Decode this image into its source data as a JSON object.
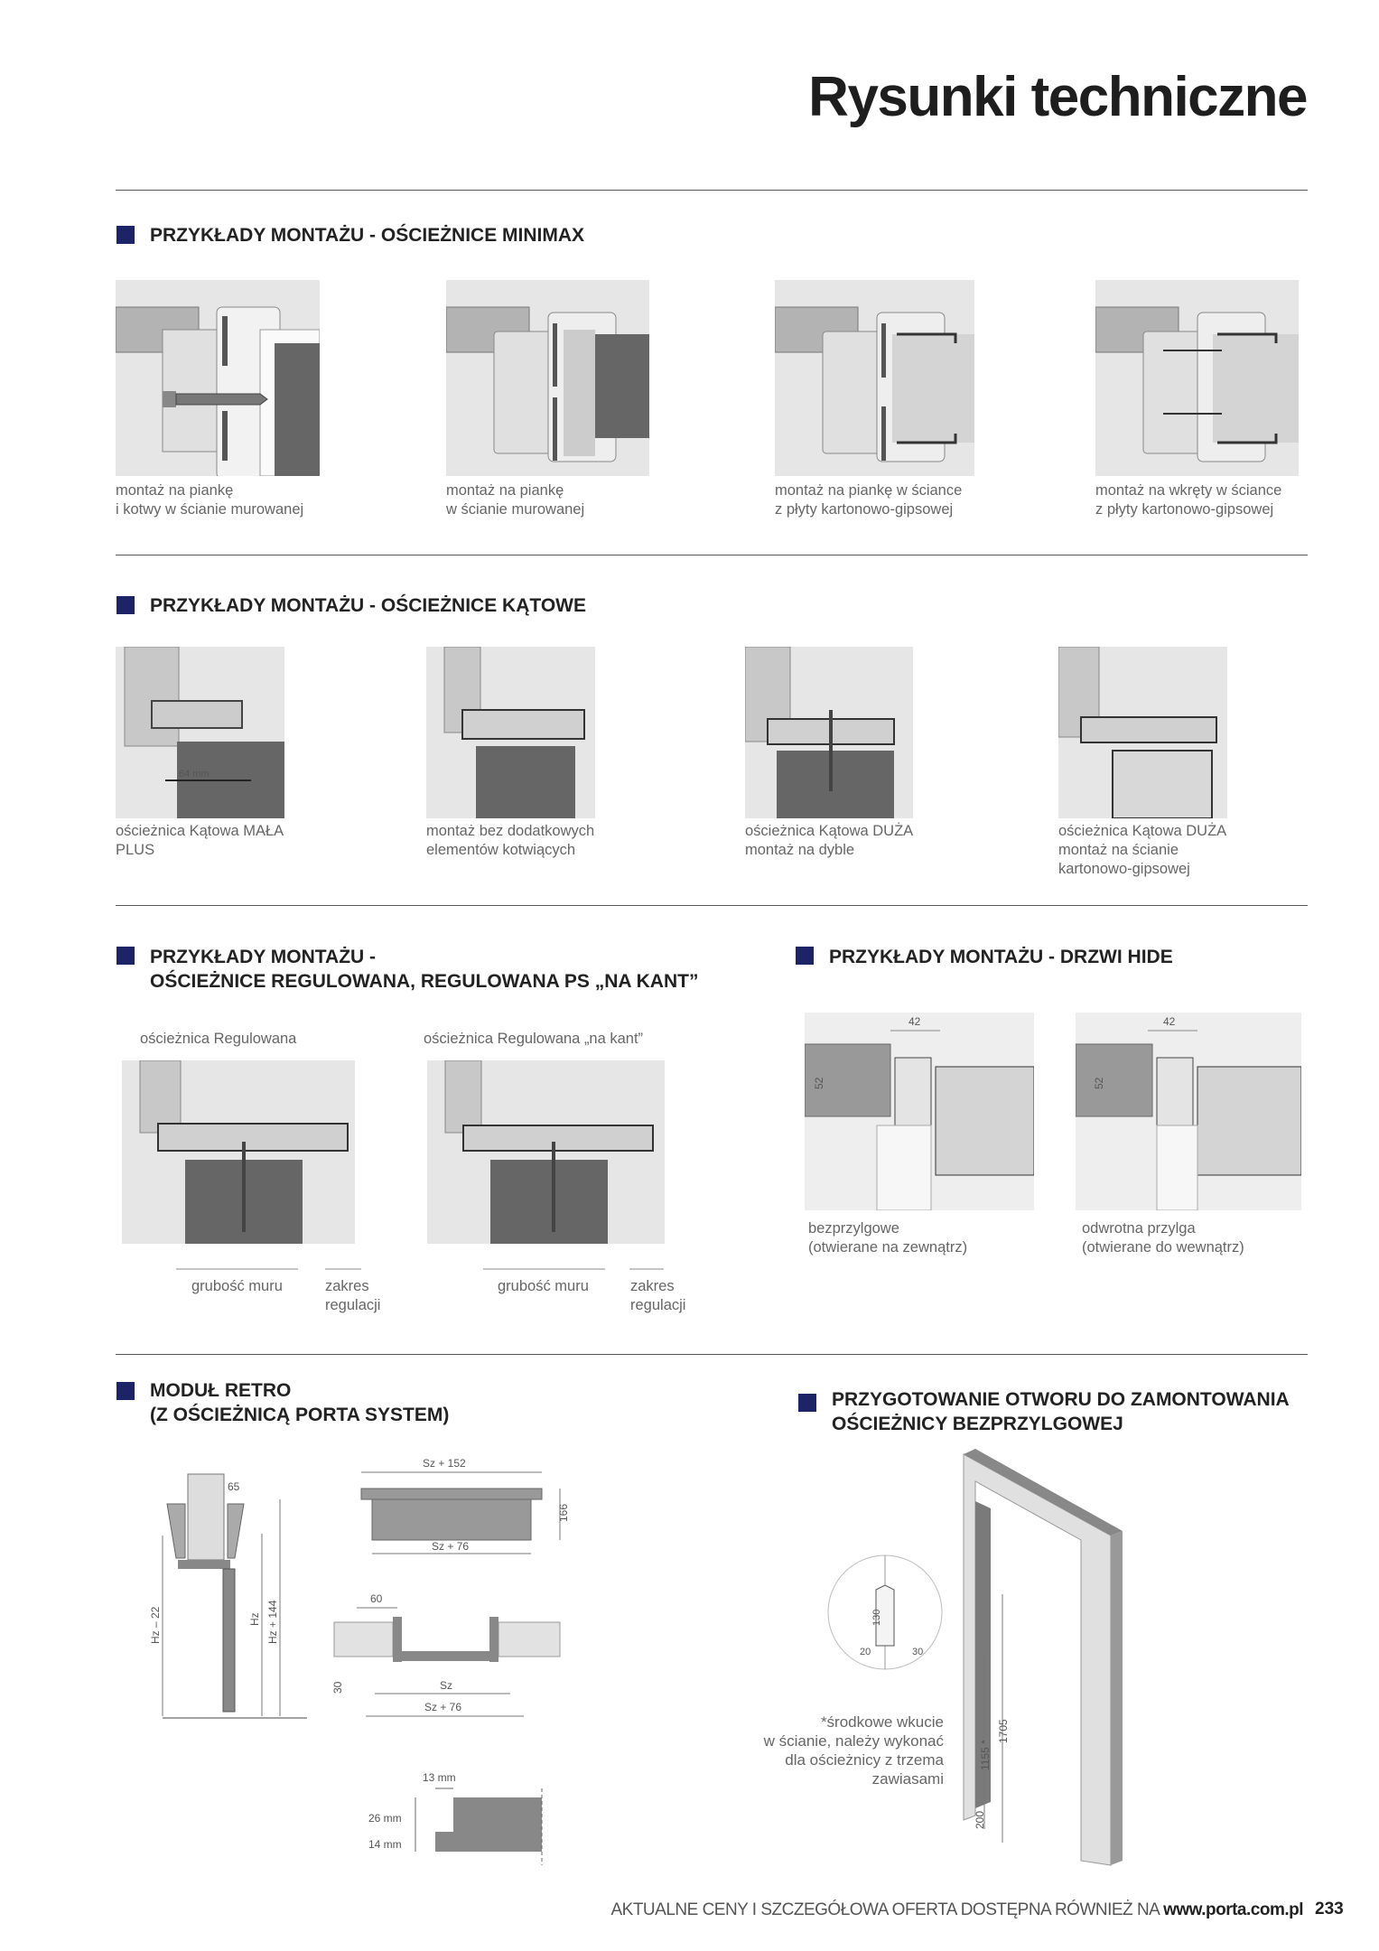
{
  "header": {
    "title": "Rysunki techniczne"
  },
  "minimax": {
    "heading": "PRZYKŁADY MONTAŻU - OŚCIEŻNICE MINIMAX",
    "items": [
      {
        "line1": "montaż na piankę",
        "line2": "i kotwy w ścianie murowanej"
      },
      {
        "line1": "montaż na piankę",
        "line2": "w ścianie murowanej"
      },
      {
        "line1": "montaż na piankę w ściance",
        "line2": "z płyty kartonowo-gipsowej"
      },
      {
        "line1": "montaż na wkręty w ściance",
        "line2": "z płyty kartonowo-gipsowej"
      }
    ]
  },
  "katowe": {
    "heading": "PRZYKŁADY MONTAŻU - OŚCIEŻNICE KĄTOWE",
    "dim": "64 mm",
    "items": [
      {
        "line1": "ościeżnica Kątowa MAŁA",
        "line2": "PLUS",
        "line3": ""
      },
      {
        "line1": "montaż bez dodatkowych",
        "line2": "elementów kotwiących",
        "line3": ""
      },
      {
        "line1": "ościeżnica Kątowa DUŻA",
        "line2": "montaż na dyble",
        "line3": ""
      },
      {
        "line1": "ościeżnica Kątowa DUŻA",
        "line2": "montaż na ścianie",
        "line3": "kartonowo-gipsowej"
      }
    ]
  },
  "regulowana": {
    "heading1": "PRZYKŁADY MONTAŻU -",
    "heading2": "OŚCIEŻNICE REGULOWANA, REGULOWANA PS „NA KANT”",
    "items": [
      {
        "label": "ościeżnica Regulowana",
        "wall": "grubość muru",
        "range1": "zakres",
        "range2": "regulacji"
      },
      {
        "label": "ościeżnica Regulowana „na kant”",
        "wall": "grubość muru",
        "range1": "zakres",
        "range2": "regulacji"
      }
    ]
  },
  "hide": {
    "heading": "PRZYKŁADY MONTAŻU - DRZWI HIDE",
    "dim_w": "42",
    "dim_h": "52",
    "items": [
      {
        "line1": "bezprzylgowe",
        "line2": "(otwierane na zewnątrz)"
      },
      {
        "line1": "odwrotna przylga",
        "line2": "(otwierane do wewnątrz)"
      }
    ]
  },
  "retro": {
    "heading1": "MODUŁ RETRO",
    "heading2": "(Z OŚCIEŻNICĄ PORTA SYSTEM)",
    "dims": {
      "d65": "65",
      "hz22": "Hz – 22",
      "hz": "Hz",
      "hz144": "Hz + 144",
      "sz152": "Sz + 152",
      "d166": "166",
      "sz76a": "Sz + 76",
      "d60": "60",
      "d30": "30",
      "sz": "Sz",
      "sz76b": "Sz + 76",
      "mm13": "13 mm",
      "mm26": "26 mm",
      "mm14": "14 mm"
    }
  },
  "otwor": {
    "heading1": "PRZYGOTOWANIE OTWORU DO ZAMONTOWANIA",
    "heading2": "OŚCIEŻNICY BEZPRZYLGOWEJ",
    "note": [
      "*środkowe wkucie",
      "w ścianie, należy wykonać",
      "dla ościeżnicy z trzema",
      "zawiasami"
    ],
    "dims": {
      "d130": "130",
      "d20": "20",
      "d30": "30",
      "d1705": "1705",
      "d1155": "1155 *",
      "d200": "200"
    }
  },
  "footer": {
    "text": "AKTUALNE CENY I SZCZEGÓŁOWA OFERTA DOSTĘPNA RÓWNIEŻ NA ",
    "url": "www.porta.com.pl",
    "page": "233"
  },
  "colors": {
    "accent": "#1c2366",
    "rule": "#555555",
    "drawing_bg": "#e6e6e6"
  }
}
